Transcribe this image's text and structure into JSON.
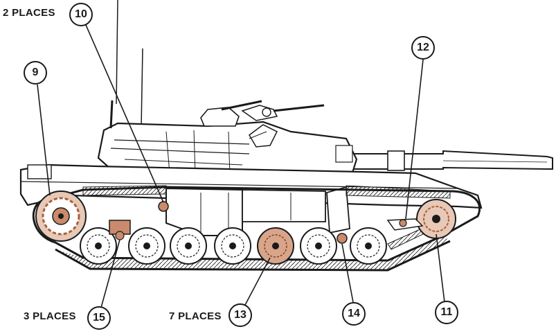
{
  "callouts": [
    {
      "number": "9"
    },
    {
      "number": "10",
      "note": "2 PLACES"
    },
    {
      "number": "11"
    },
    {
      "number": "12"
    },
    {
      "number": "13",
      "note": "7 PLACES"
    },
    {
      "number": "14"
    },
    {
      "number": "15",
      "note": "3 PLACES"
    }
  ],
  "colors": {
    "line": "#1a1a1a",
    "highlight": "#c98b6b",
    "highlight_dark": "#a8603f",
    "hull_fill": "#ffffff"
  }
}
